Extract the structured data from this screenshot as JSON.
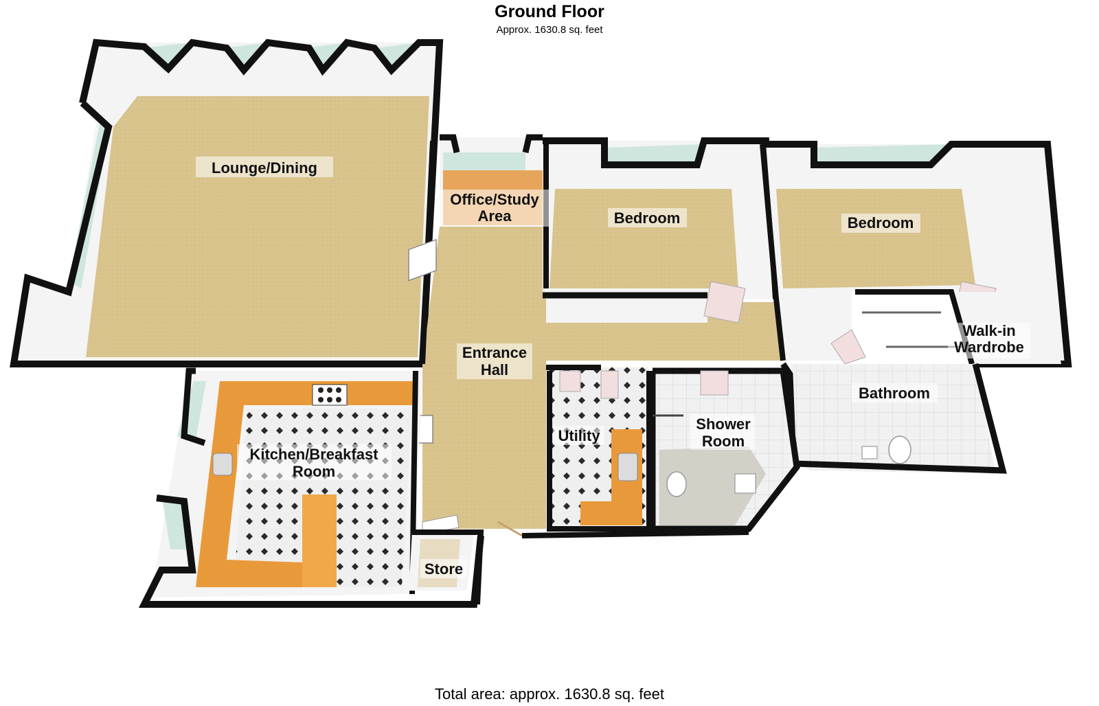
{
  "header": {
    "title": "Ground Floor",
    "area": "Approx. 1630.8 sq. feet"
  },
  "footer": {
    "total_area": "Total area: approx. 1630.8 sq. feet"
  },
  "rooms": {
    "lounge": "Lounge/Dining",
    "office_line1": "Office/Study",
    "office_line2": "Area",
    "bedroom1": "Bedroom",
    "bedroom2": "Bedroom",
    "entrance_line1": "Entrance",
    "entrance_line2": "Hall",
    "walkin_line1": "Walk-in",
    "walkin_line2": "Wardrobe",
    "bathroom": "Bathroom",
    "utility": "Utility",
    "shower_line1": "Shower",
    "shower_line2": "Room",
    "kitchen_line1": "Kitchen/Breakfast",
    "kitchen_line2": "Room",
    "store": "Store"
  },
  "colors": {
    "carpet": "#d9c48e",
    "wall_top": "#111111",
    "wall_face": "#f4f4f4",
    "worktop": "#e89a3a",
    "tile_floor": "#ececec",
    "window_glass": "#cfe6df"
  }
}
